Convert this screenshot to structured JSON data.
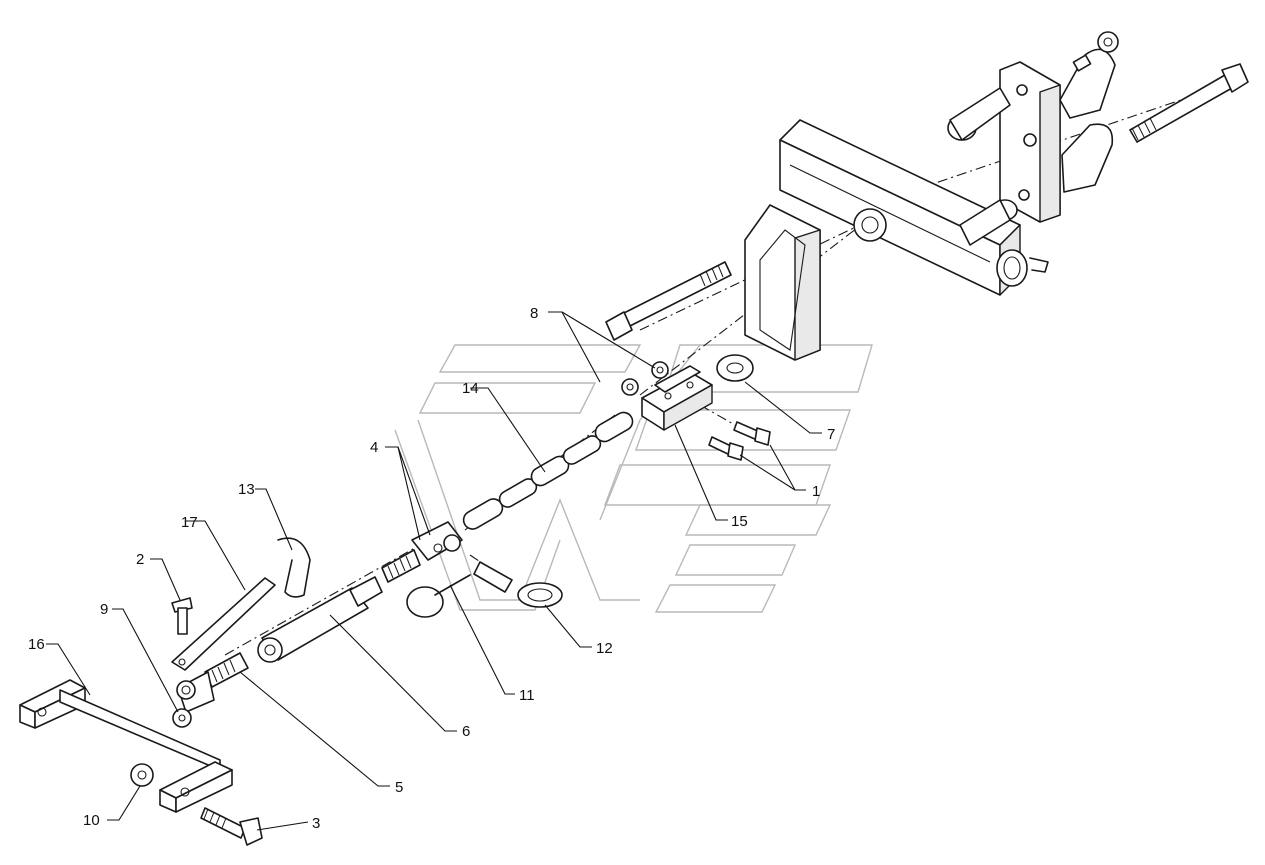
{
  "callouts": [
    {
      "id": "1",
      "label": "1"
    },
    {
      "id": "2",
      "label": "2"
    },
    {
      "id": "3",
      "label": "3"
    },
    {
      "id": "4",
      "label": "4"
    },
    {
      "id": "5",
      "label": "5"
    },
    {
      "id": "6",
      "label": "6"
    },
    {
      "id": "7",
      "label": "7"
    },
    {
      "id": "8",
      "label": "8"
    },
    {
      "id": "9",
      "label": "9"
    },
    {
      "id": "10",
      "label": "10"
    },
    {
      "id": "11",
      "label": "11"
    },
    {
      "id": "12",
      "label": "12"
    },
    {
      "id": "13",
      "label": "13"
    },
    {
      "id": "14",
      "label": "14"
    },
    {
      "id": "15",
      "label": "15"
    },
    {
      "id": "16",
      "label": "16"
    },
    {
      "id": "17",
      "label": "17"
    }
  ],
  "colors": {
    "line": "#1a1a1a",
    "watermark": "#b9b9b9",
    "background": "#ffffff"
  }
}
